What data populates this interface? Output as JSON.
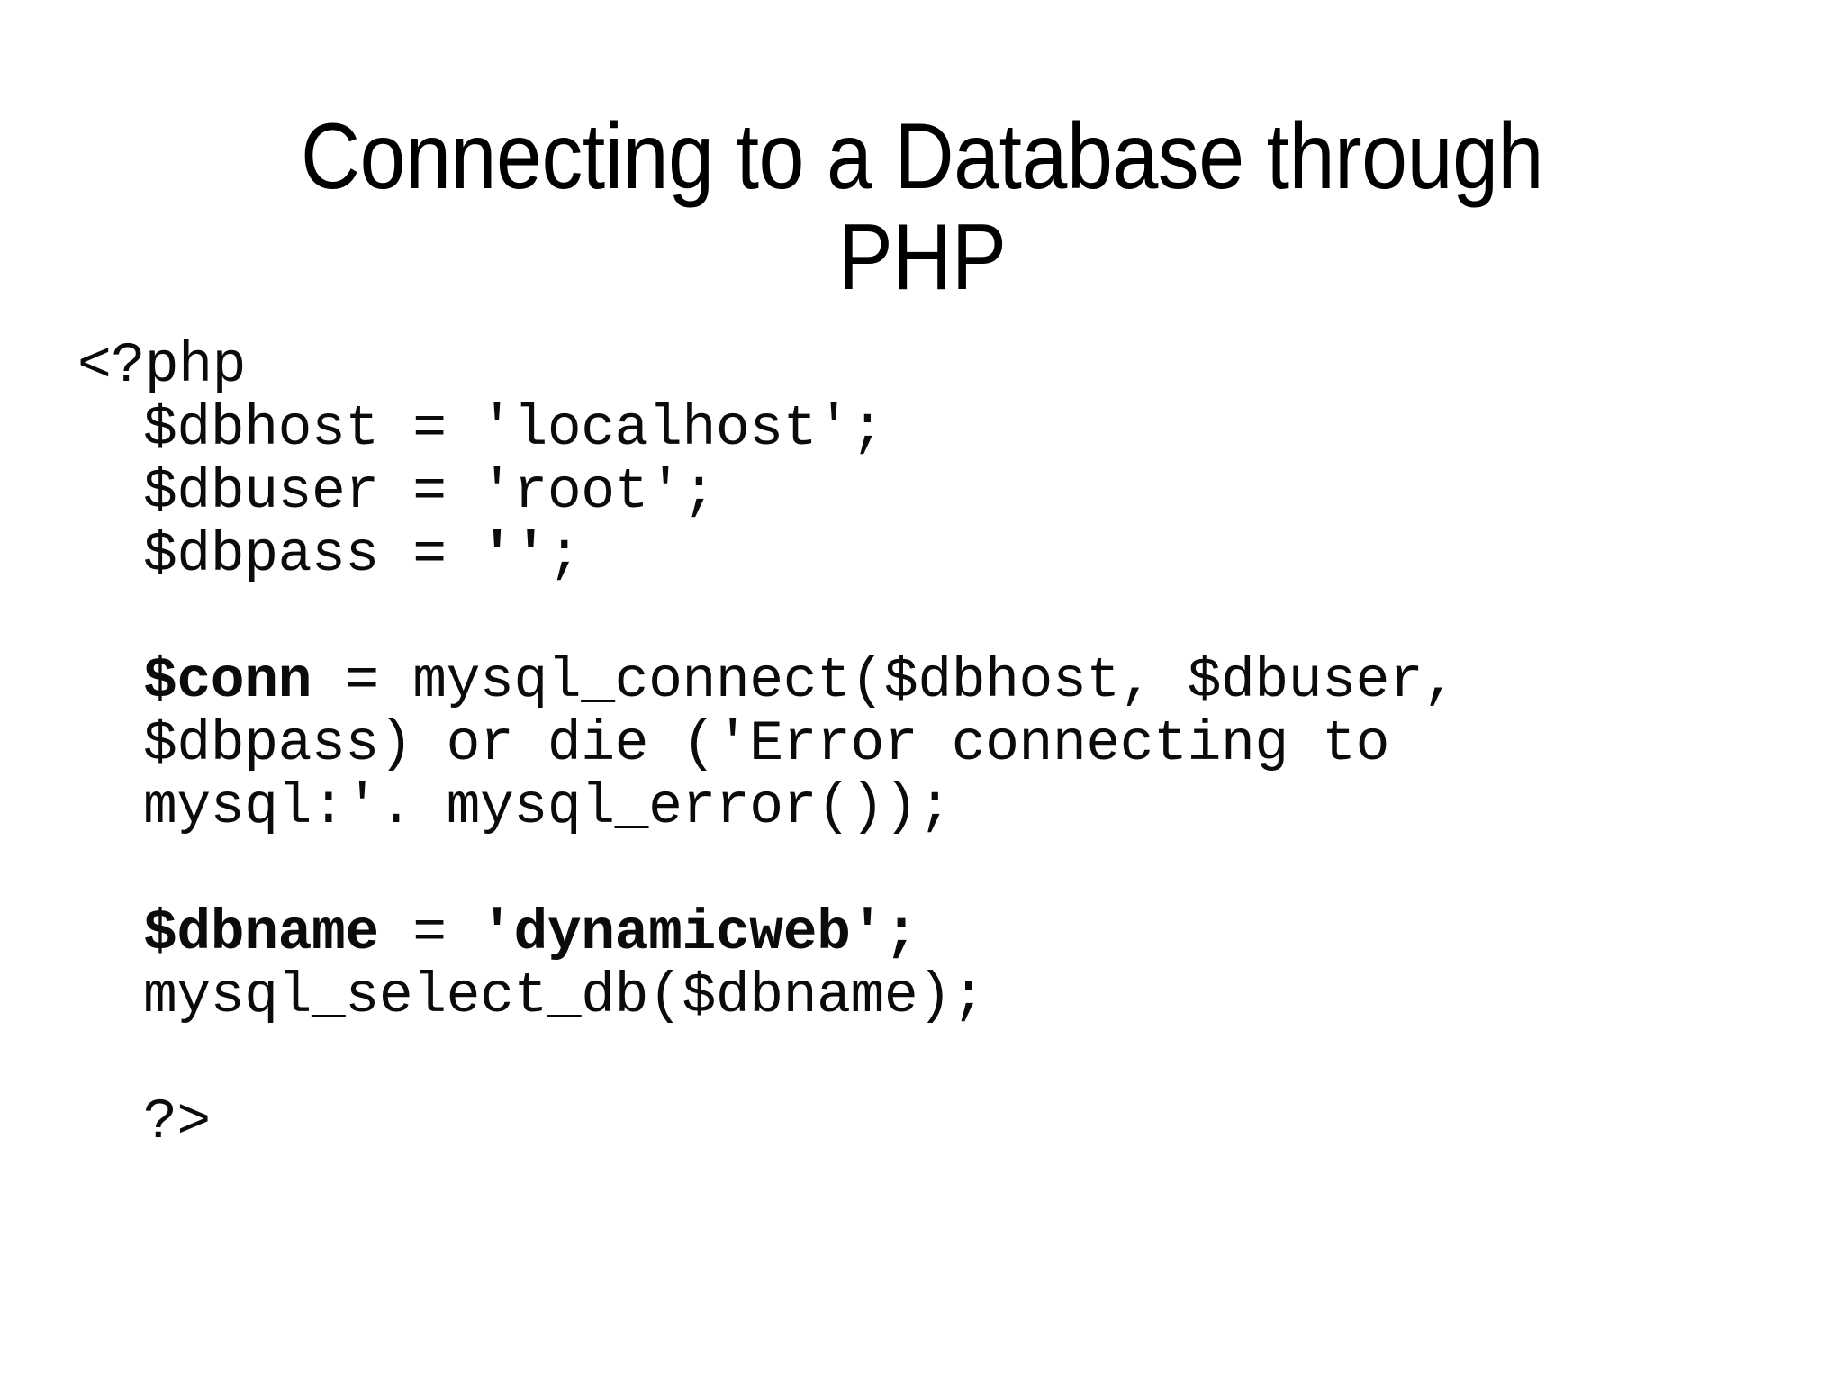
{
  "slide": {
    "title": "Connecting to a Database through PHP",
    "background_color": "#ffffff",
    "text_color": "#000000"
  },
  "code": {
    "language": "php",
    "lines": [
      {
        "id": "l1",
        "indent": false,
        "segments": [
          {
            "text": "<?php",
            "bold": false
          }
        ]
      },
      {
        "id": "l2",
        "indent": true,
        "segments": [
          {
            "text": "$dbhost = 'localhost';",
            "bold": false
          }
        ]
      },
      {
        "id": "l3",
        "indent": true,
        "segments": [
          {
            "text": "$dbuser = 'root';",
            "bold": false
          }
        ]
      },
      {
        "id": "l4",
        "indent": true,
        "segments": [
          {
            "text": "$dbpass = ",
            "bold": false
          },
          {
            "text": "''",
            "bold": true
          },
          {
            "text": ";",
            "bold": false
          }
        ]
      },
      {
        "id": "l5",
        "indent": true,
        "segments": [
          {
            "text": " ",
            "bold": false
          }
        ]
      },
      {
        "id": "l6",
        "indent": true,
        "segments": [
          {
            "text": "$conn",
            "bold": true
          },
          {
            "text": " = mysql_connect($dbhost, $dbuser,",
            "bold": false
          }
        ]
      },
      {
        "id": "l7",
        "indent": true,
        "segments": [
          {
            "text": "$dbpass) or die ('Error connecting to",
            "bold": false
          }
        ]
      },
      {
        "id": "l8",
        "indent": true,
        "segments": [
          {
            "text": "mysql:'. mysql_error());",
            "bold": false
          }
        ]
      },
      {
        "id": "l9",
        "indent": true,
        "segments": [
          {
            "text": " ",
            "bold": false
          }
        ]
      },
      {
        "id": "l10",
        "indent": true,
        "segments": [
          {
            "text": "$dbname",
            "bold": true
          },
          {
            "text": " = ",
            "bold": false
          },
          {
            "text": "'dynamicweb';",
            "bold": true
          }
        ]
      },
      {
        "id": "l11",
        "indent": true,
        "segments": [
          {
            "text": "mysql_select_db($dbname);",
            "bold": false
          }
        ]
      },
      {
        "id": "l12",
        "indent": true,
        "segments": [
          {
            "text": " ",
            "bold": false
          }
        ]
      },
      {
        "id": "l13",
        "indent": true,
        "segments": [
          {
            "text": "?>",
            "bold": false
          }
        ]
      }
    ]
  }
}
